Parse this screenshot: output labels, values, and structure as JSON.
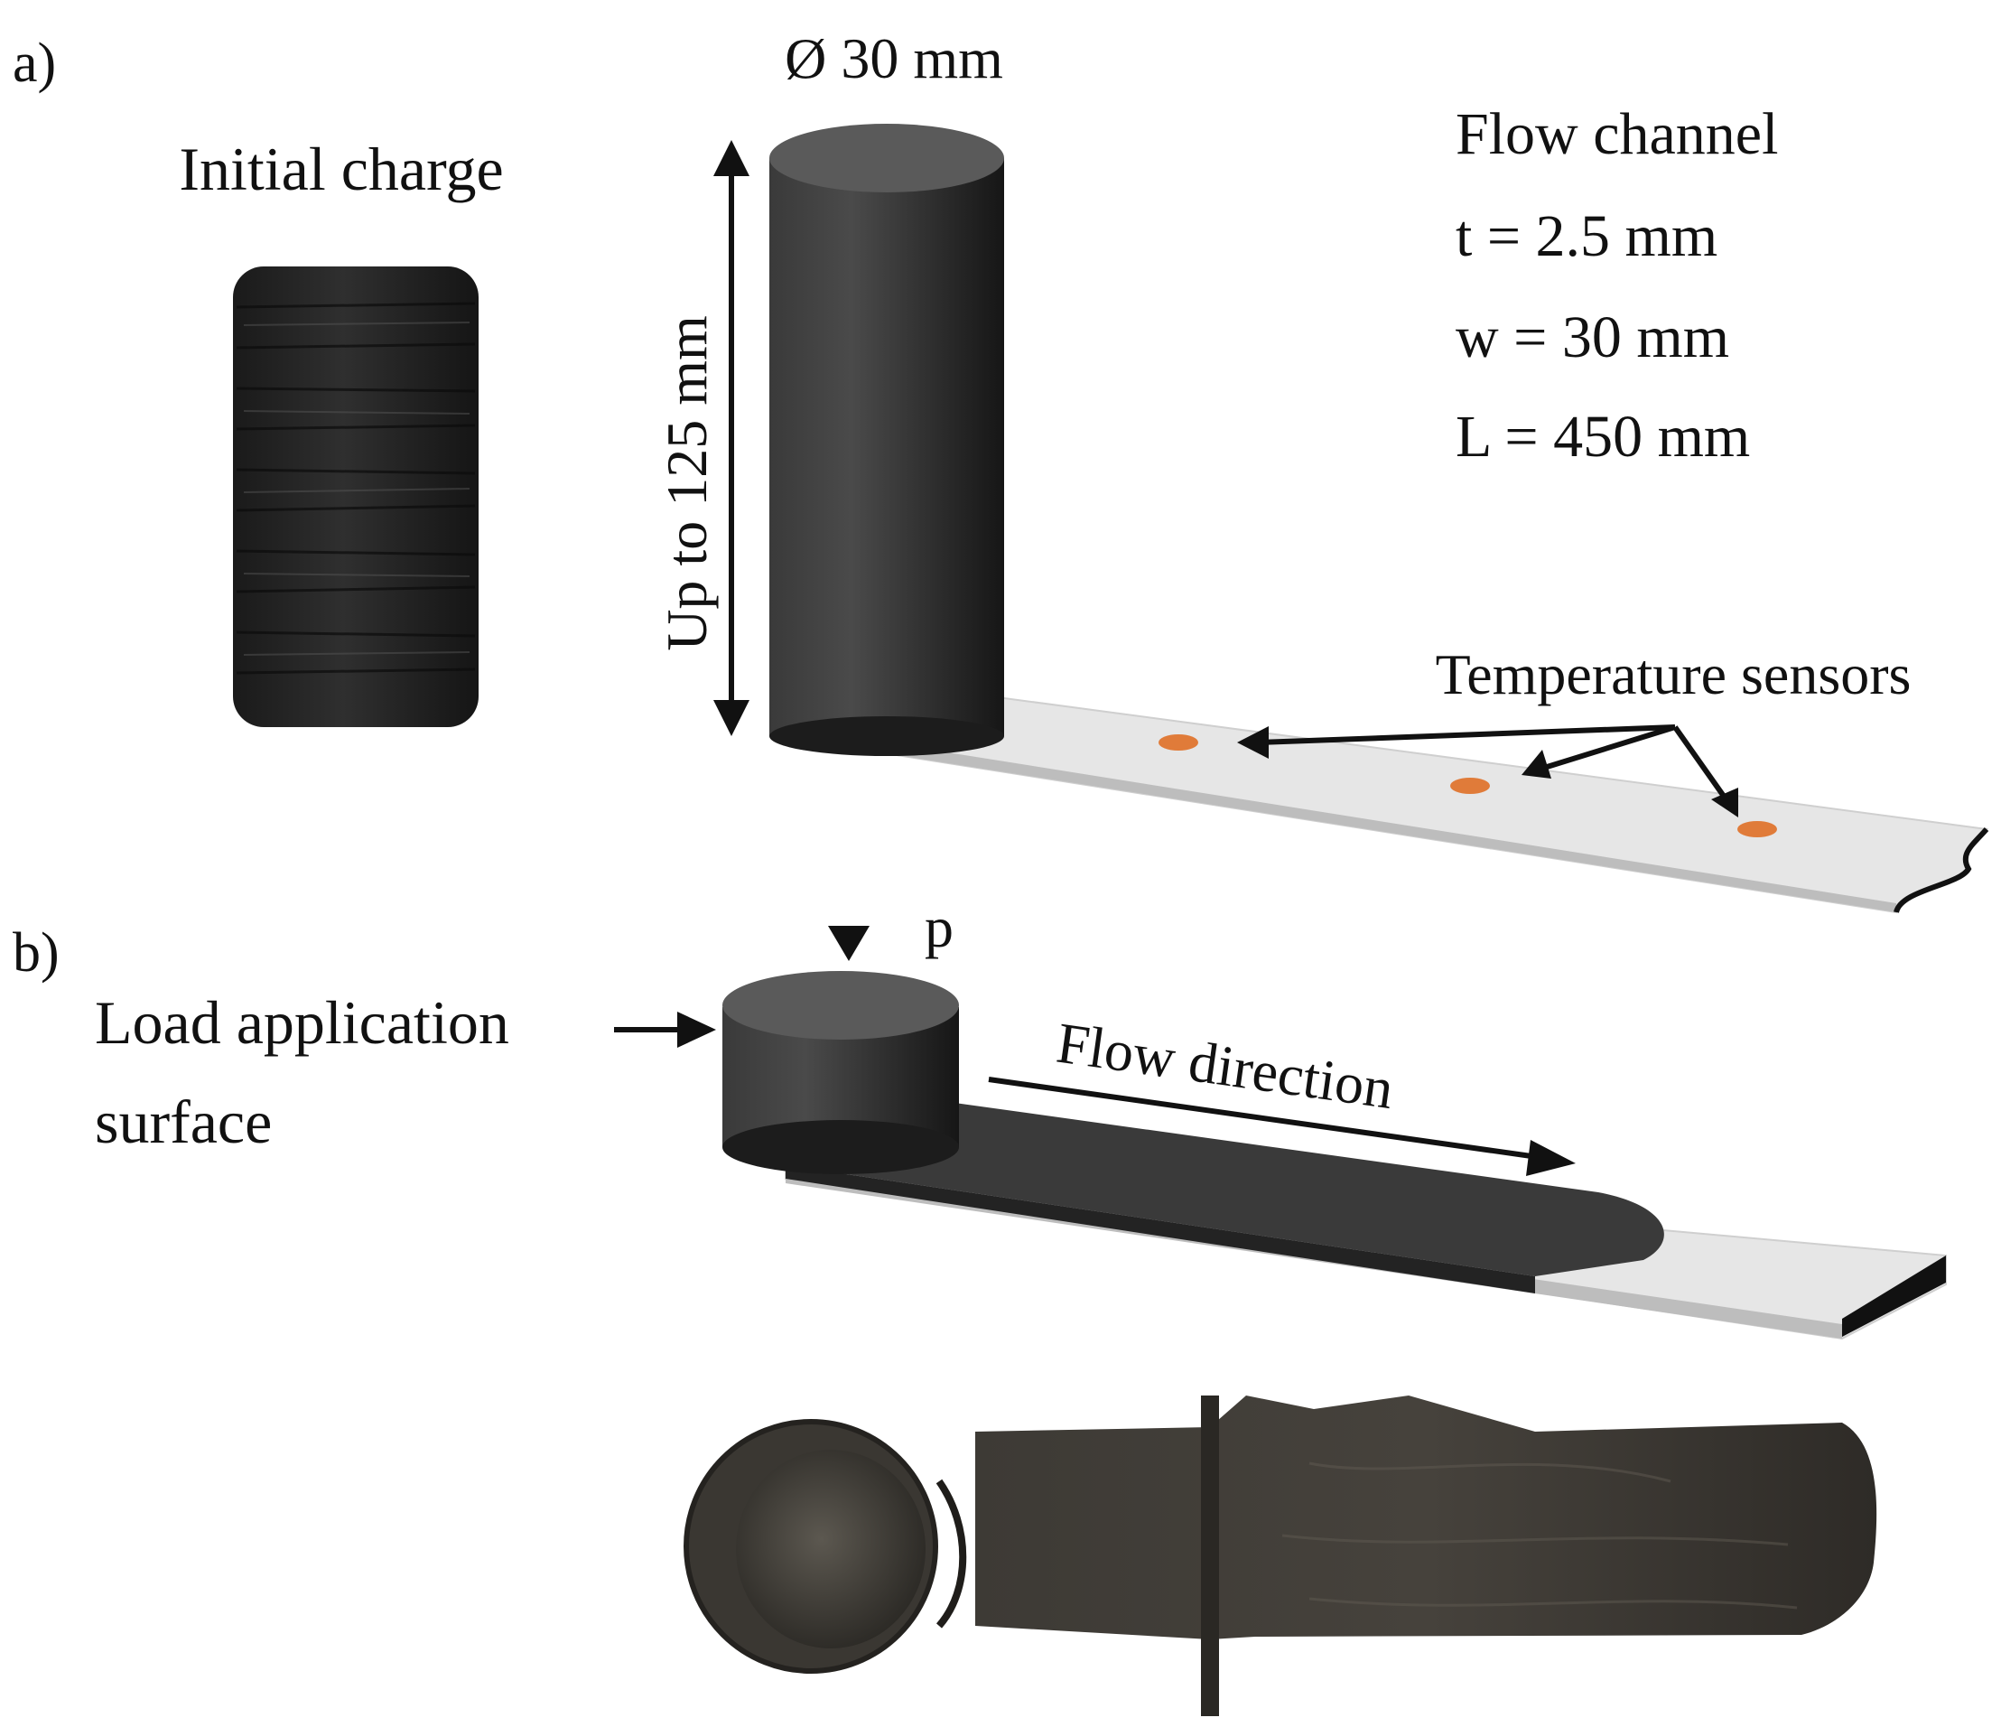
{
  "panel_a": {
    "label": "a)",
    "initial_charge_label": "Initial charge",
    "diameter_label": "Ø 30 mm",
    "height_label": "Up to 125 mm",
    "flow_channel": {
      "title": "Flow channel",
      "thickness": "t = 2.5 mm",
      "width": "w = 30 mm",
      "length": "L = 450 mm"
    },
    "sensors_label": "Temperature sensors",
    "sensor_color": "#e07b39"
  },
  "panel_b": {
    "label": "b)",
    "pressure_label": "p",
    "load_line1": "Load application",
    "load_line2": "surface",
    "flow_direction_label": "Flow direction"
  },
  "colors": {
    "cylinder_body": "#222222",
    "cylinder_top": "#555555",
    "channel_surface": "#e6e6e6",
    "material_fill": "#3a3a3a"
  }
}
